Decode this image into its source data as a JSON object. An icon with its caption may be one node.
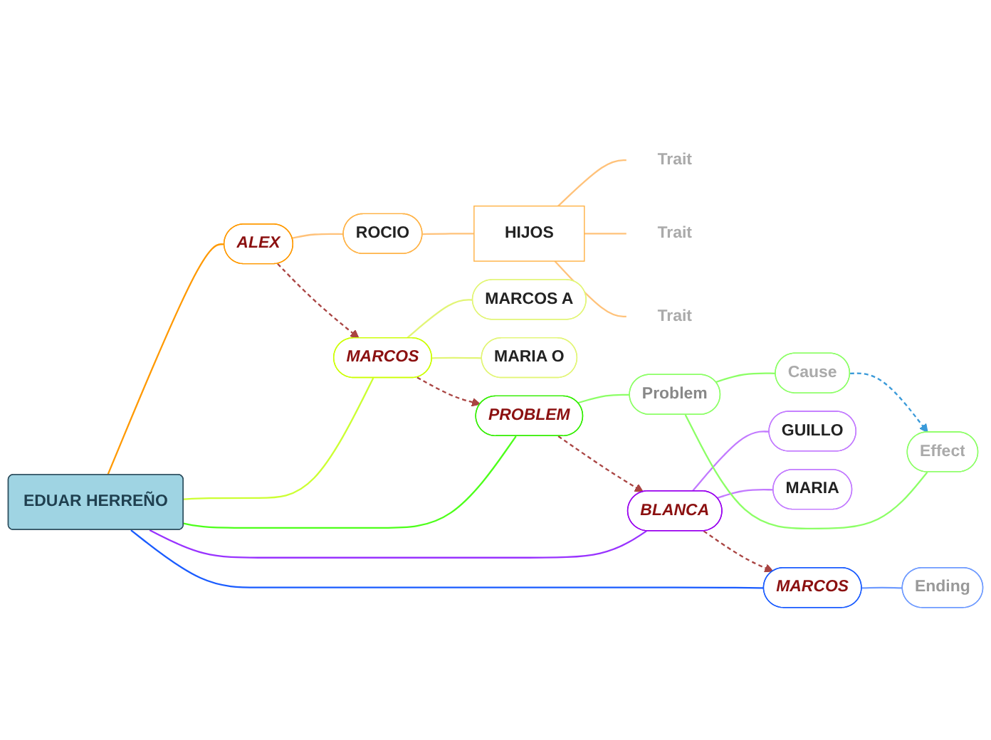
{
  "diagram": {
    "nodes": [
      {
        "text": [
          "EDUAR HERREÑO"
        ]
      },
      {
        "text": [
          "MARCOS"
        ]
      },
      {
        "text": [
          "Ending"
        ]
      },
      {
        "text": [
          "ALEX"
        ]
      },
      {
        "text": [
          "ROCIO"
        ]
      },
      {
        "text": [
          "HIJOS"
        ]
      },
      {
        "text": [
          "Trait"
        ]
      },
      {
        "text": [
          "Trait"
        ]
      },
      {
        "text": [
          "Trait"
        ]
      },
      {
        "text": [
          "MARCOS"
        ]
      },
      {
        "text": [
          "MARCOS A"
        ]
      },
      {
        "text": [
          "MARIA O"
        ]
      },
      {
        "text": [
          "BLANCA"
        ]
      },
      {
        "text": [
          "GUILLO"
        ]
      },
      {
        "text": [
          "MARIA"
        ]
      },
      {
        "text": [
          "PROBLEM"
        ]
      },
      {
        "text": [
          "Problem"
        ]
      },
      {
        "text": [
          "Cause"
        ]
      },
      {
        "text": [
          "Effect"
        ]
      }
    ],
    "edges": [
      {
        "from": 0,
        "to": 1,
        "arrow": "none",
        "color": "#1a5cff"
      },
      {
        "from": 1,
        "to": 2,
        "arrow": "none",
        "color": "#6f9bff"
      },
      {
        "from": 0,
        "to": 3,
        "arrow": "none",
        "color": "#ff9900"
      },
      {
        "from": 3,
        "to": 4,
        "arrow": "none",
        "color": "#ffc27a"
      },
      {
        "from": 4,
        "to": 5,
        "arrow": "none",
        "color": "#ffc27a"
      },
      {
        "from": 5,
        "to": 6,
        "arrow": "none",
        "color": "#ffc27a"
      },
      {
        "from": 5,
        "to": 7,
        "arrow": "none",
        "color": "#ffc27a"
      },
      {
        "from": 5,
        "to": 8,
        "arrow": "none",
        "color": "#ffc27a"
      },
      {
        "from": 0,
        "to": 9,
        "arrow": "none",
        "color": "#ccff33"
      },
      {
        "from": 9,
        "to": 10,
        "arrow": "none",
        "color": "#e2f576"
      },
      {
        "from": 9,
        "to": 11,
        "arrow": "none",
        "color": "#e2f576"
      },
      {
        "from": 0,
        "to": 12,
        "arrow": "none",
        "color": "#9933ff"
      },
      {
        "from": 12,
        "to": 13,
        "arrow": "none",
        "color": "#c27aff"
      },
      {
        "from": 12,
        "to": 14,
        "arrow": "none",
        "color": "#c27aff"
      },
      {
        "from": 0,
        "to": 15,
        "arrow": "none",
        "color": "#4dff1a"
      },
      {
        "from": 15,
        "to": 16,
        "arrow": "none",
        "color": "#8cff66"
      },
      {
        "from": 16,
        "to": 17,
        "arrow": "none",
        "color": "#8cff66"
      },
      {
        "from": 16,
        "to": 18,
        "arrow": "none",
        "color": "#8cff66"
      },
      {
        "from": 12,
        "to": 1,
        "arrow": "to",
        "style": "dashed",
        "color": "#a94442"
      },
      {
        "from": 3,
        "to": 9,
        "arrow": "to",
        "style": "dashed",
        "color": "#a94442"
      },
      {
        "from": 9,
        "to": 15,
        "arrow": "to",
        "style": "dashed",
        "color": "#a94442"
      },
      {
        "from": 15,
        "to": 12,
        "arrow": "to",
        "style": "dashed",
        "color": "#a94442"
      },
      {
        "from": 17,
        "to": 18,
        "arrow": "to",
        "style": "dashed",
        "color": "#3a9ad9"
      }
    ]
  }
}
